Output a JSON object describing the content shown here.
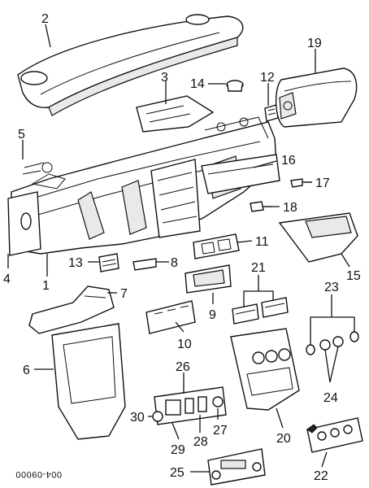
{
  "callouts": [
    {
      "key": "c2",
      "label": "2"
    },
    {
      "key": "c3",
      "label": "3"
    },
    {
      "key": "c14",
      "label": "14"
    },
    {
      "key": "c12",
      "label": "12"
    },
    {
      "key": "c19",
      "label": "19"
    },
    {
      "key": "c5",
      "label": "5"
    },
    {
      "key": "c16",
      "label": "16"
    },
    {
      "key": "c17",
      "label": "17"
    },
    {
      "key": "c18",
      "label": "18"
    },
    {
      "key": "c11",
      "label": "11"
    },
    {
      "key": "c13",
      "label": "13"
    },
    {
      "key": "c8",
      "label": "8"
    },
    {
      "key": "c4",
      "label": "4"
    },
    {
      "key": "c1",
      "label": "1"
    },
    {
      "key": "c15",
      "label": "15"
    },
    {
      "key": "c21",
      "label": "21"
    },
    {
      "key": "c23",
      "label": "23"
    },
    {
      "key": "c7",
      "label": "7"
    },
    {
      "key": "c9",
      "label": "9"
    },
    {
      "key": "c6",
      "label": "6"
    },
    {
      "key": "c10",
      "label": "10"
    },
    {
      "key": "c24",
      "label": "24"
    },
    {
      "key": "c26",
      "label": "26"
    },
    {
      "key": "c30",
      "label": "30"
    },
    {
      "key": "c27",
      "label": "27"
    },
    {
      "key": "c29",
      "label": "29"
    },
    {
      "key": "c28",
      "label": "28"
    },
    {
      "key": "c20",
      "label": "20"
    },
    {
      "key": "c25",
      "label": "25"
    },
    {
      "key": "c22",
      "label": "22"
    }
  ],
  "figure_code": "004-09000"
}
